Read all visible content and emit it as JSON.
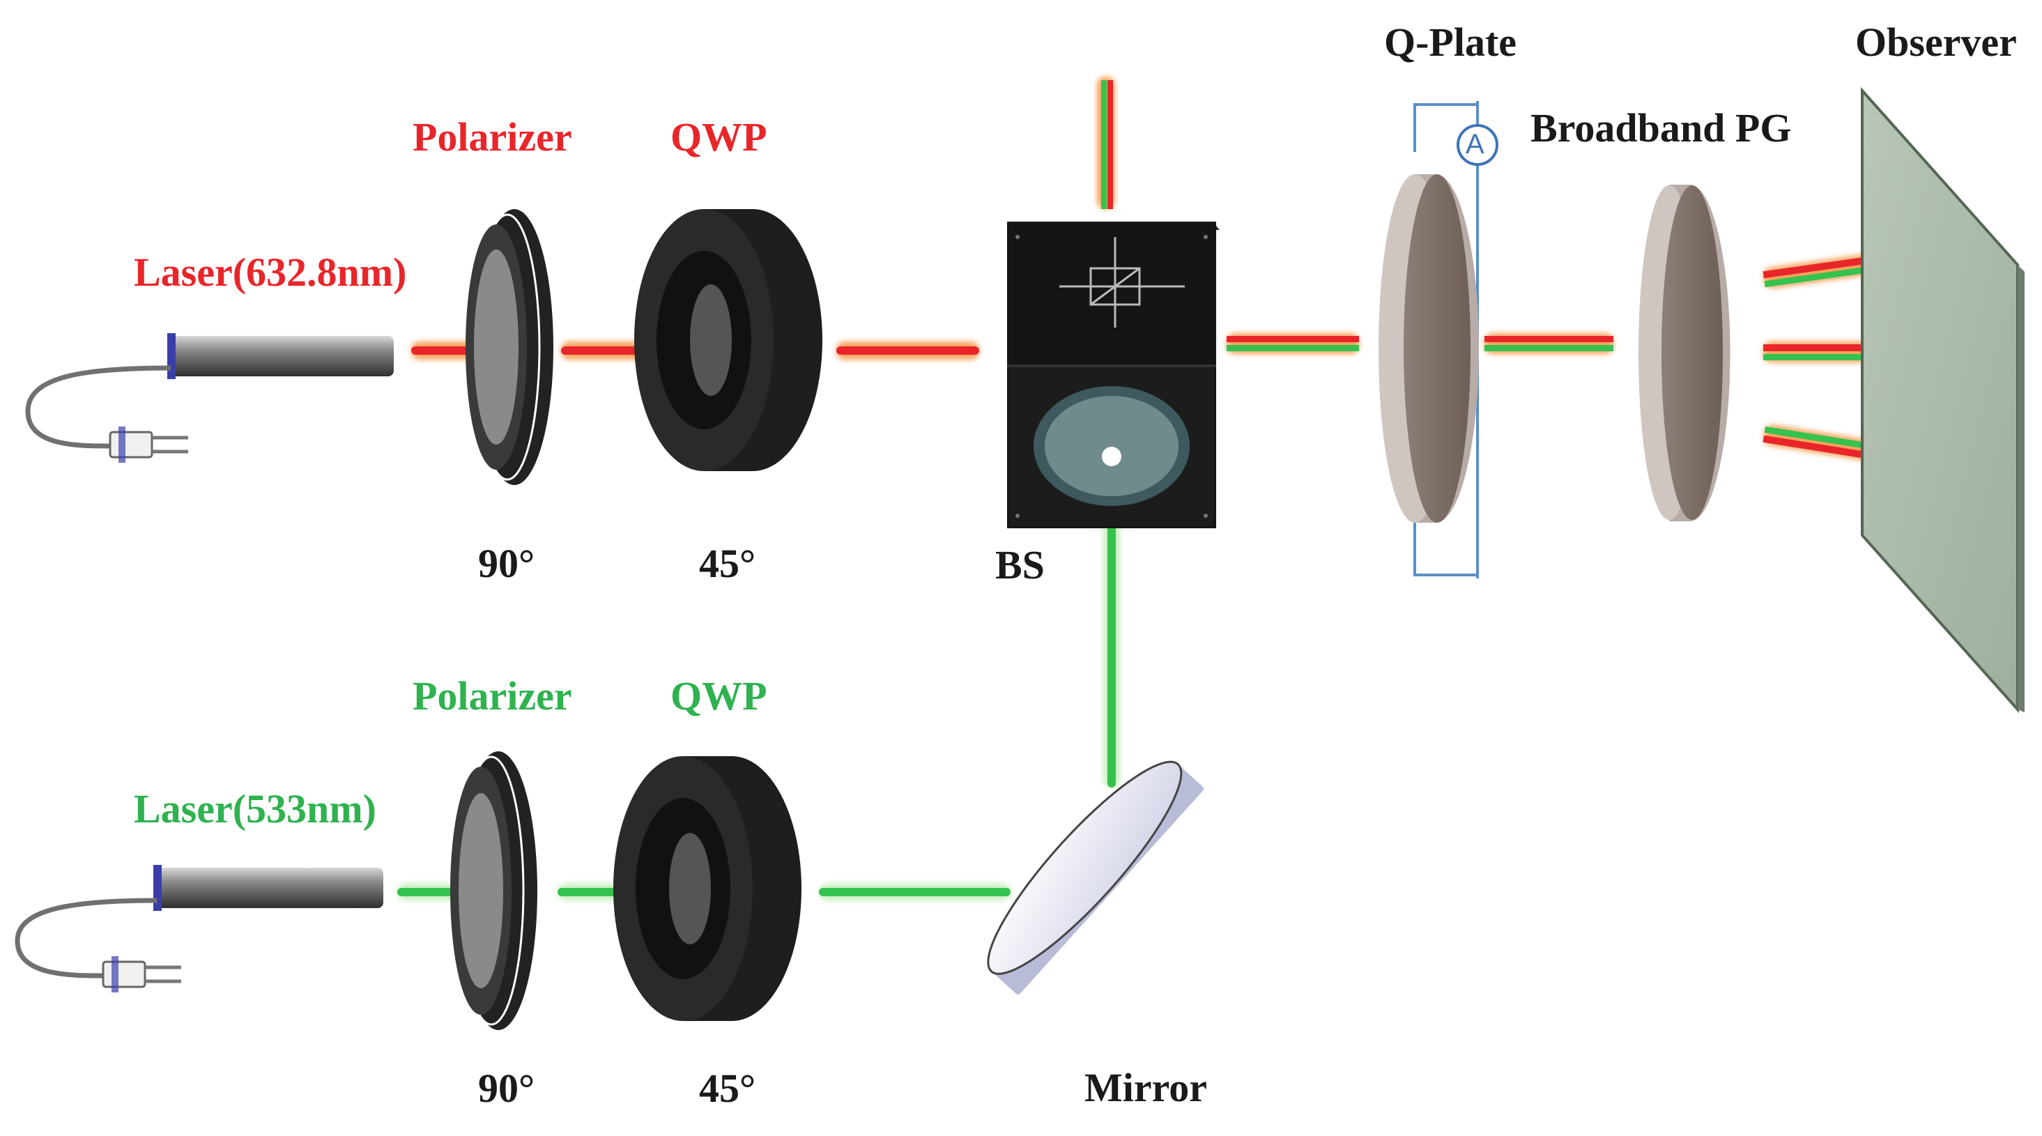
{
  "colors": {
    "red_beam": "#e8262a",
    "green_beam": "#35c24f",
    "orange_glow": "#f5a35a",
    "red_label": "#e8262a",
    "green_label": "#2fb24f"
  },
  "labels": {
    "red_laser": "Laser(632.8nm)",
    "red_polarizer": "Polarizer",
    "red_qwp": "QWP",
    "red_polarizer_angle": "90°",
    "red_qwp_angle": "45°",
    "green_laser": "Laser(533nm)",
    "green_polarizer": "Polarizer",
    "green_qwp": "QWP",
    "green_polarizer_angle": "90°",
    "green_qwp_angle": "45°",
    "beam_splitter": "BS",
    "mirror": "Mirror",
    "q_plate": "Q-Plate",
    "q_plate_marker": "A",
    "pg": "Broadband PG",
    "observer": "Observer"
  }
}
